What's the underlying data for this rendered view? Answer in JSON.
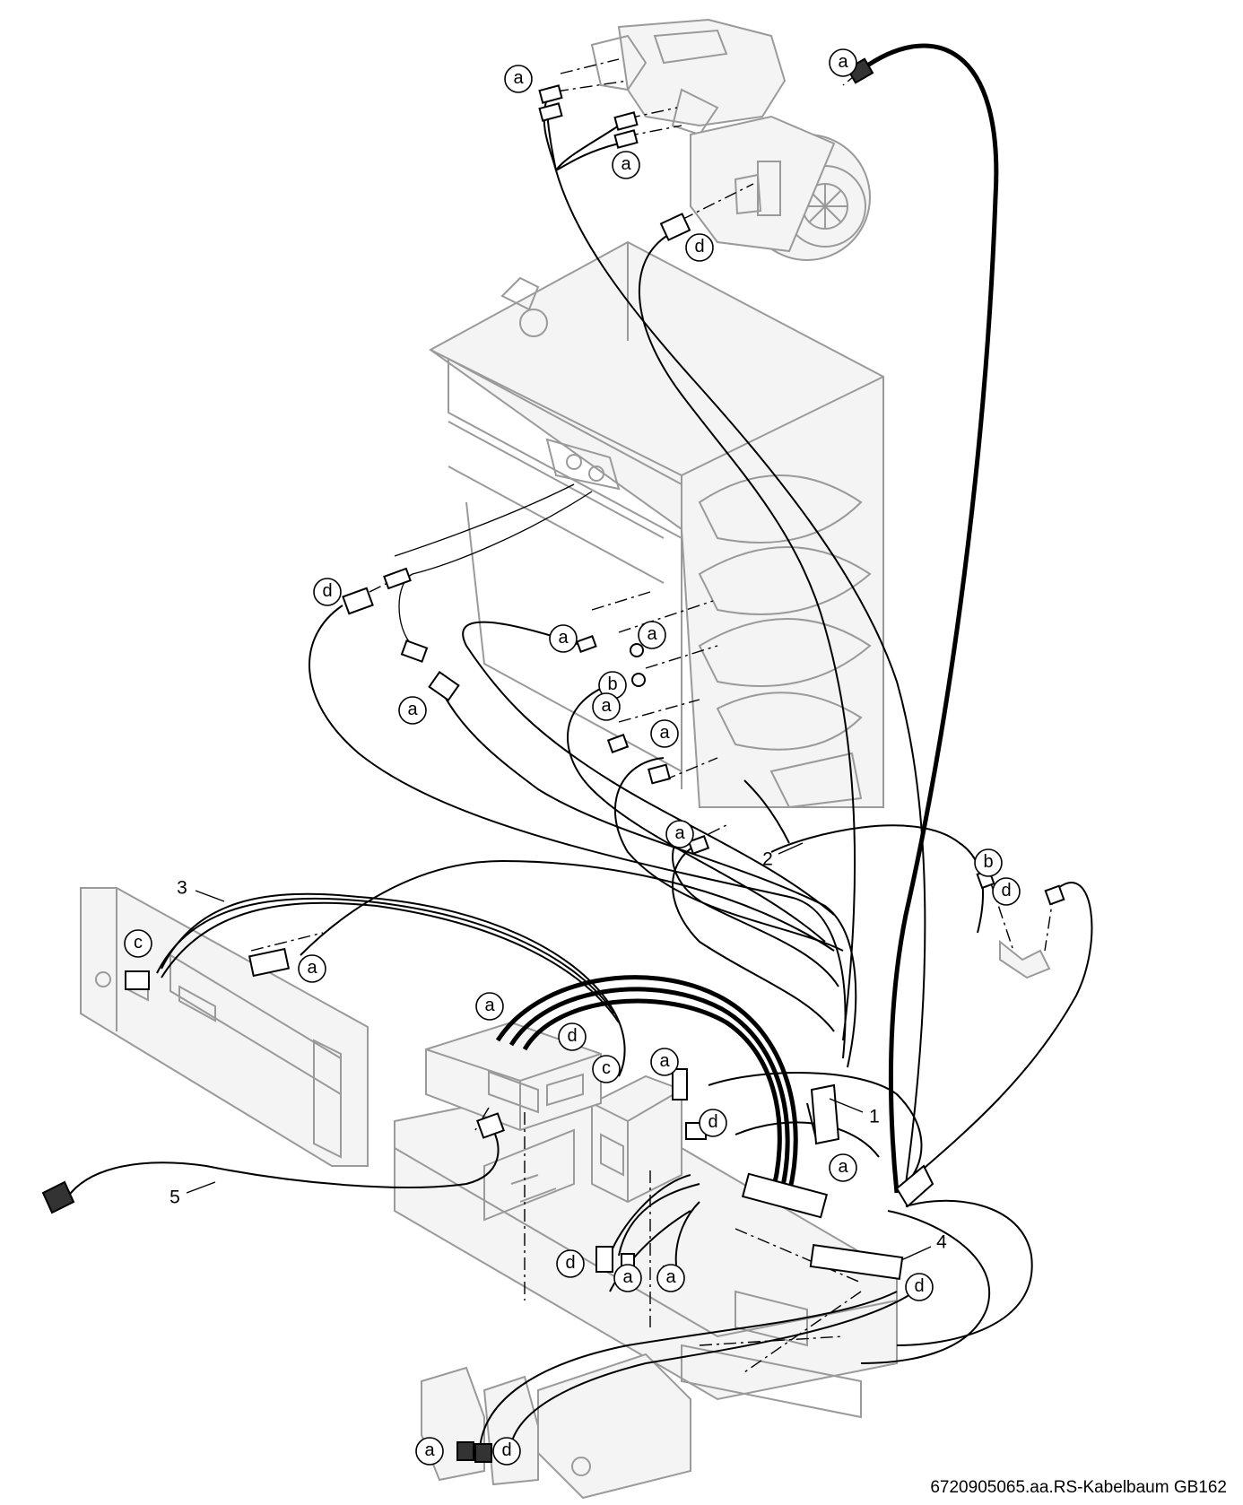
{
  "caption": "6720905065.aa.RS-Kabelbaum GB162",
  "callouts": [
    {
      "letter": "a",
      "name": "callout-a-gas-valve-top"
    },
    {
      "letter": "a",
      "name": "callout-a-fan-connector"
    },
    {
      "letter": "a",
      "name": "callout-a-gas-valve-lower"
    },
    {
      "letter": "d",
      "name": "callout-d-fan"
    },
    {
      "letter": "d",
      "name": "callout-d-left-connector"
    },
    {
      "letter": "a",
      "name": "callout-a-heat-exchanger-1"
    },
    {
      "letter": "a",
      "name": "callout-a-heat-exchanger-2"
    },
    {
      "letter": "b",
      "name": "callout-b-ring-terminal"
    },
    {
      "letter": "a",
      "name": "callout-a-left-sensor"
    },
    {
      "letter": "a",
      "name": "callout-a-heat-exchanger-3"
    },
    {
      "letter": "a",
      "name": "callout-a-heat-exchanger-4"
    },
    {
      "letter": "a",
      "name": "callout-a-heat-exchanger-5"
    },
    {
      "letter": "b",
      "name": "callout-b-bracket"
    },
    {
      "letter": "d",
      "name": "callout-d-bracket"
    },
    {
      "letter": "c",
      "name": "callout-c-control-panel"
    },
    {
      "letter": "a",
      "name": "callout-a-control-panel"
    },
    {
      "letter": "a",
      "name": "callout-a-pcb-ribbon"
    },
    {
      "letter": "d",
      "name": "callout-d-pcb"
    },
    {
      "letter": "c",
      "name": "callout-c-pcb"
    },
    {
      "letter": "a",
      "name": "callout-a-transformer-connector"
    },
    {
      "letter": "d",
      "name": "callout-d-transformer-connector"
    },
    {
      "letter": "a",
      "name": "callout-a-main-connector"
    },
    {
      "letter": "d",
      "name": "callout-d-base-left"
    },
    {
      "letter": "a",
      "name": "callout-a-base-1"
    },
    {
      "letter": "a",
      "name": "callout-a-base-2"
    },
    {
      "letter": "d",
      "name": "callout-d-terminal-strip"
    },
    {
      "letter": "a",
      "name": "callout-a-pump-left"
    },
    {
      "letter": "d",
      "name": "callout-d-pump-right"
    }
  ],
  "numbers": [
    {
      "label": "1",
      "name": "number-1-main-harness"
    },
    {
      "label": "2",
      "name": "number-2-harness"
    },
    {
      "label": "3",
      "name": "number-3-control-panel-harness"
    },
    {
      "label": "4",
      "name": "number-4-terminal-strip"
    },
    {
      "label": "5",
      "name": "number-5-mains-cable"
    }
  ]
}
